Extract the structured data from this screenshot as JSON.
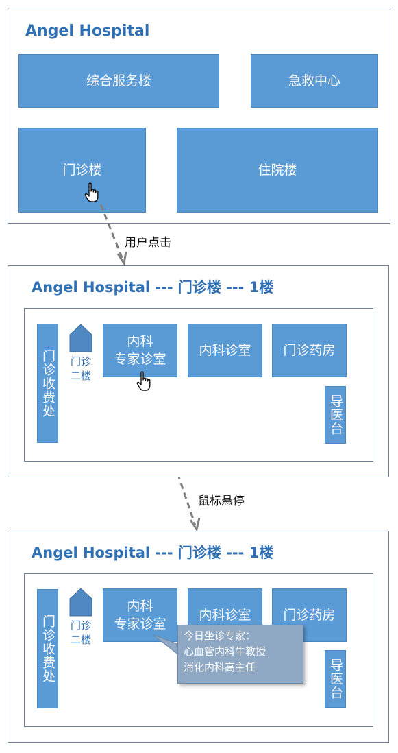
{
  "step1": {
    "title": "Angel Hospital",
    "buildings": [
      "综合服务楼",
      "急救中心",
      "门诊楼",
      "住院楼"
    ]
  },
  "arrow1_label": "用户点击",
  "step2": {
    "title": "Angel Hospital --- 门诊楼 --- 1楼",
    "cashier": "门诊收费处",
    "stairs_label": "门诊二楼",
    "rooms": {
      "expert_line1": "内科",
      "expert_line2": "专家诊室",
      "internal": "内科诊室",
      "pharmacy": "门诊药房"
    },
    "guide": "导医台"
  },
  "arrow2_label": "鼠标悬停",
  "step3": {
    "title": "Angel Hospital --- 门诊楼 --- 1楼",
    "cashier": "门诊收费处",
    "stairs_label": "门诊二楼",
    "rooms": {
      "expert_line1": "内科",
      "expert_line2": "专家诊室",
      "internal": "内科诊室",
      "pharmacy": "门诊药房"
    },
    "guide": "导医台",
    "tooltip": {
      "line1": "今日坐诊专家：",
      "line2": "心血管内科牛教授",
      "line3": "消化内科高主任"
    }
  },
  "colors": {
    "block": "#5b9bd5",
    "title": "#2f6fb4",
    "tooltip": "#8fa9c5",
    "border": "#6f7f95"
  },
  "icons": [
    "hand-pointer-icon",
    "stairs-house-icon",
    "dashed-arrow-icon"
  ]
}
